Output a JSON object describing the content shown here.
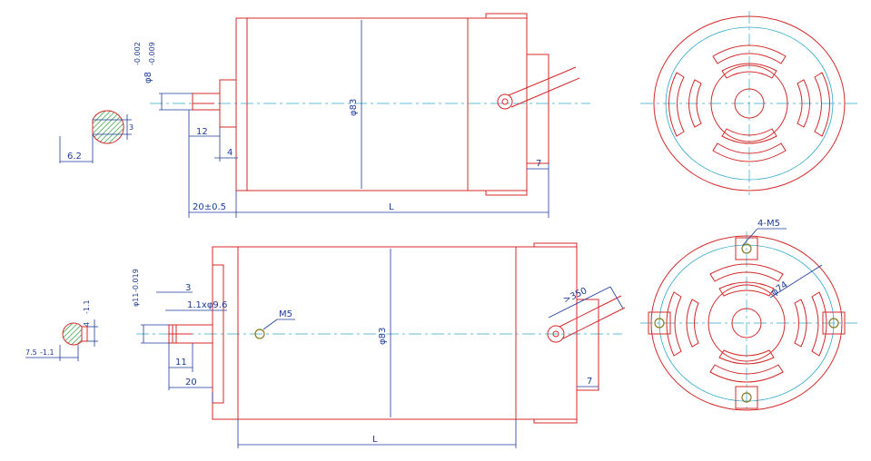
{
  "labels": {
    "shaft_dia_top": "φ8",
    "shaft_tol_top_upper": "-0.002",
    "shaft_tol_top_lower": "-0.009",
    "flat_depth": "3",
    "flat_width_top": "6.2",
    "shaft_len_top": "12",
    "boss_len_top": "4",
    "shaft_total_top": "20±0.5",
    "body_dia_top": "φ83",
    "body_len_top": "L",
    "terminal_off_top": "7",
    "shaft_dia_bot": "φ11",
    "shaft_tol_bot": "-0.019",
    "step_len_bot": "3",
    "collar_bot": "1.1xφ9.6",
    "thread_mid": "M5",
    "body_dia_bot": "φ83",
    "cable_len": ">350",
    "shaft_len_bot": "11",
    "shaft_total_bot": "20",
    "terminal_off_bot": "7",
    "body_len_bot": "L",
    "key_dim_left": "7.5",
    "key_tol_left": "-1.1",
    "key_dim_side": "4",
    "key_tol_side": "-1.1",
    "mount_holes": "4-M5",
    "pcd": "φ74"
  },
  "colors": {
    "outline": "#d42a2a",
    "dimension": "#1e3c9a",
    "centerline": "#2fa8c8",
    "hatch": "#2a9a3a"
  }
}
